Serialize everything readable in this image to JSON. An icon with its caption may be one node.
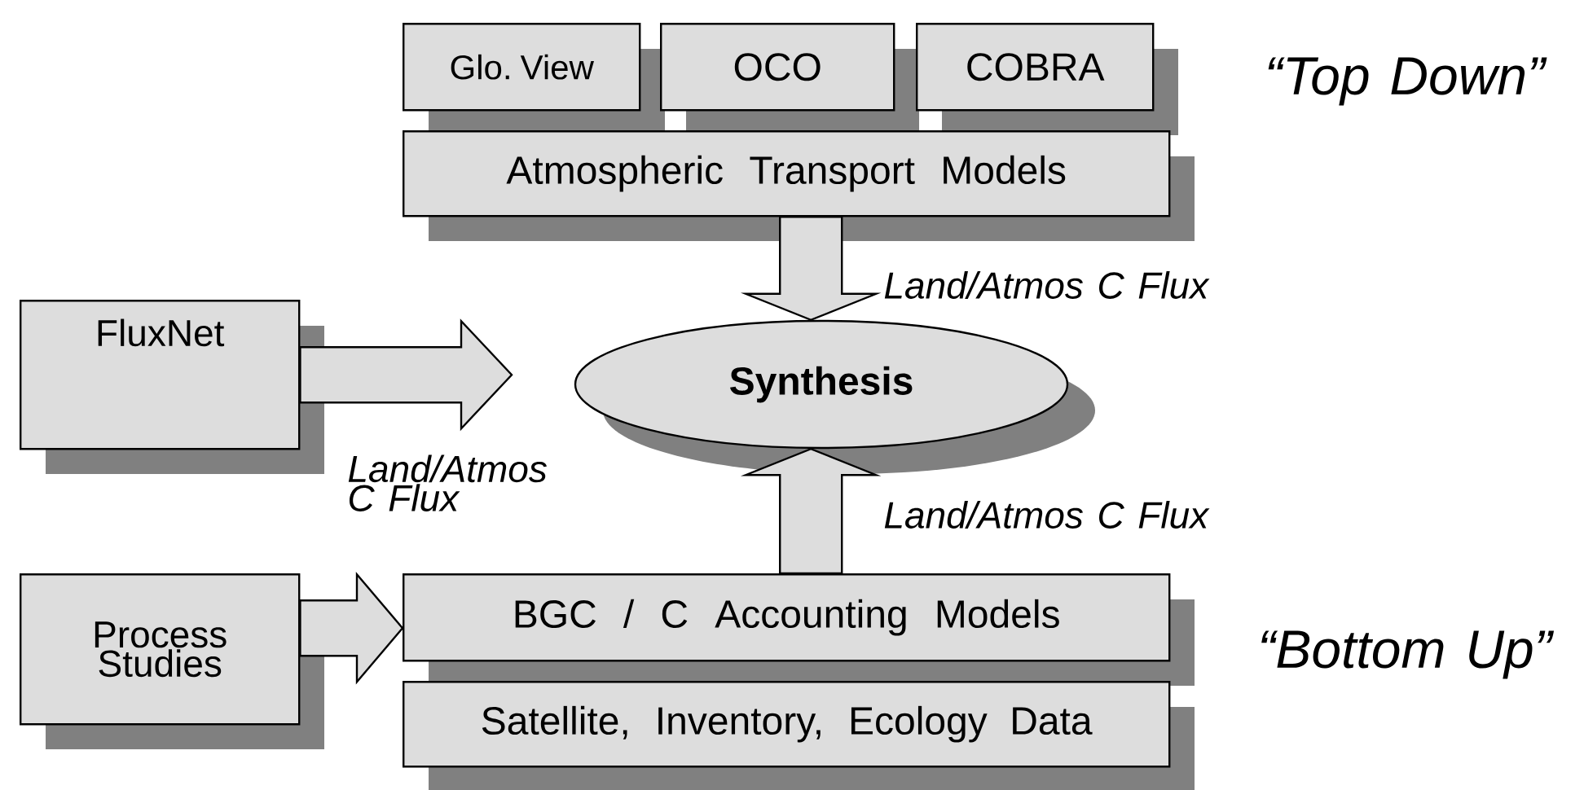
{
  "diagram": {
    "nodes": [
      {
        "text": [
          "Glo. View"
        ]
      },
      {
        "text": [
          "OCO"
        ]
      },
      {
        "text": [
          "COBRA"
        ]
      },
      {
        "text": [
          "Atmospheric Transport Models"
        ]
      },
      {
        "text": [
          "FluxNet"
        ]
      },
      {
        "text": [
          "Synthesis"
        ]
      },
      {
        "text": [
          "Process Studies"
        ]
      },
      {
        "text": [
          "BGC / C Accounting Models"
        ]
      },
      {
        "text": [
          "Satellite, Inventory, Ecology Data"
        ]
      }
    ],
    "edges": [
      {
        "from": 3,
        "to": 5,
        "arrow": "to",
        "label": "Land/Atmos C Flux"
      },
      {
        "from": 4,
        "to": null,
        "arrow": "to",
        "label": "Land/Atmos C Flux"
      },
      {
        "from": 7,
        "to": 5,
        "arrow": "to",
        "label": "Land/Atmos C Flux"
      },
      {
        "from": 6,
        "to": 7,
        "arrow": "to"
      }
    ],
    "labels": [
      "“Top Down”",
      "“Bottom Up”"
    ]
  }
}
